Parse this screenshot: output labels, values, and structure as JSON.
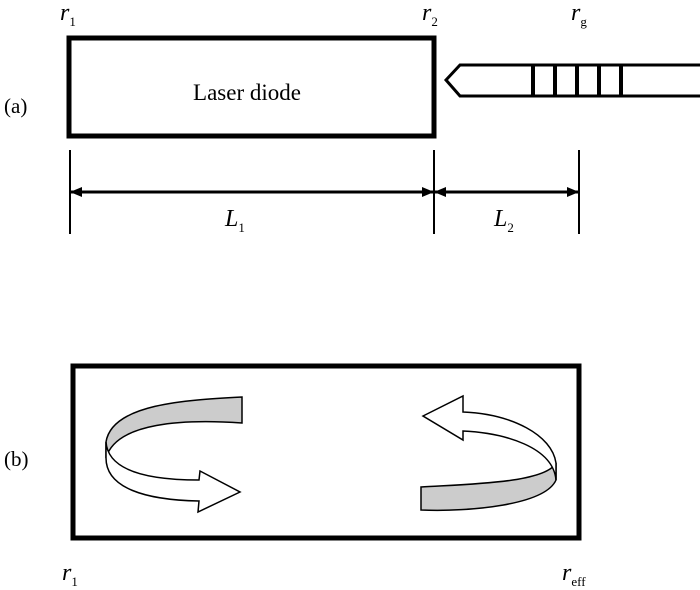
{
  "panel_a": {
    "tag": "(a)",
    "box_label": "Laser diode",
    "r1": {
      "base": "r",
      "sub": "1"
    },
    "r2": {
      "base": "r",
      "sub": "2"
    },
    "rg": {
      "base": "r",
      "sub": "g"
    },
    "L1": {
      "base": "L",
      "sub": "1"
    },
    "L2": {
      "base": "L",
      "sub": "2"
    }
  },
  "panel_b": {
    "tag": "(b)",
    "r1": {
      "base": "r",
      "sub": "1"
    },
    "reff": {
      "base": "r",
      "sub": "eff"
    }
  },
  "colors": {
    "stroke": "#000000",
    "ribbon_fill": "#cccccc",
    "background": "#ffffff"
  }
}
